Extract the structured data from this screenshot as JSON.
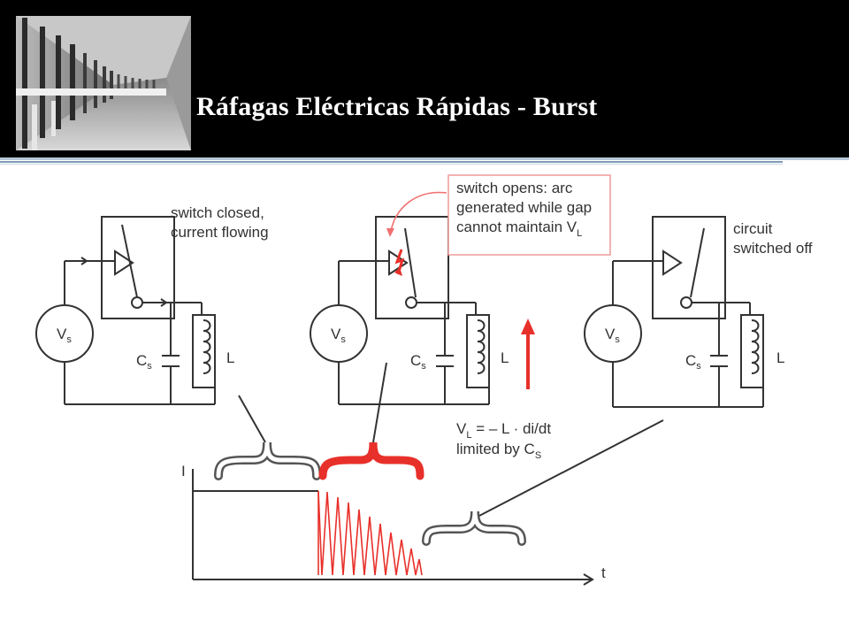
{
  "slide": {
    "title": "Ráfagas Eléctricas Rápidas - Burst"
  },
  "diagram": {
    "panel1": {
      "note_line1": "switch closed,",
      "note_line2": "current flowing",
      "source": "V",
      "source_sub": "s",
      "capacitor": "C",
      "capacitor_sub": "s",
      "inductor": "L"
    },
    "panel2": {
      "callout_line1": "switch opens: arc",
      "callout_line2": "generated while gap",
      "callout_line3": "cannot maintain V",
      "callout_line3_sub": "L",
      "source": "V",
      "source_sub": "s",
      "capacitor": "C",
      "capacitor_sub": "s",
      "inductor": "L"
    },
    "panel3": {
      "note_line1": "circuit",
      "note_line2": "switched off",
      "source": "V",
      "source_sub": "s",
      "capacitor": "C",
      "capacitor_sub": "s",
      "inductor": "L"
    },
    "equation_part1": "V",
    "equation_sub": "L",
    "equation_part2": " = – L · di/dt",
    "limit_text": "limited by C",
    "limit_sub": "S",
    "graph": {
      "y_axis_label": "I",
      "x_axis_label": "t"
    }
  },
  "colors": {
    "accent_red": "#e8302a",
    "line_dark": "#333333",
    "callout_border": "#f09a9a"
  }
}
